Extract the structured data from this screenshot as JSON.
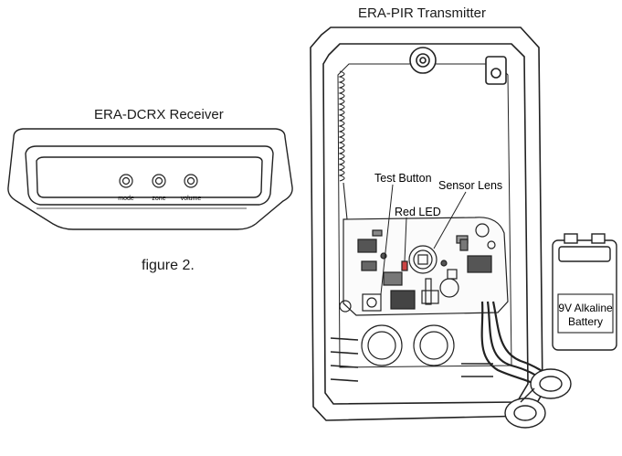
{
  "titles": {
    "transmitter": "ERA-PIR Transmitter",
    "receiver": "ERA-DCRX Receiver",
    "figure": "figure 2."
  },
  "receiver_controls": [
    {
      "label": "mode"
    },
    {
      "label": "zone"
    },
    {
      "label": "volume"
    }
  ],
  "callouts": {
    "test_button": "Test Button",
    "sensor_lens": "Sensor Lens",
    "red_led": "Red LED"
  },
  "battery": {
    "line1": "9V Alkaline",
    "line2": "Battery"
  }
}
